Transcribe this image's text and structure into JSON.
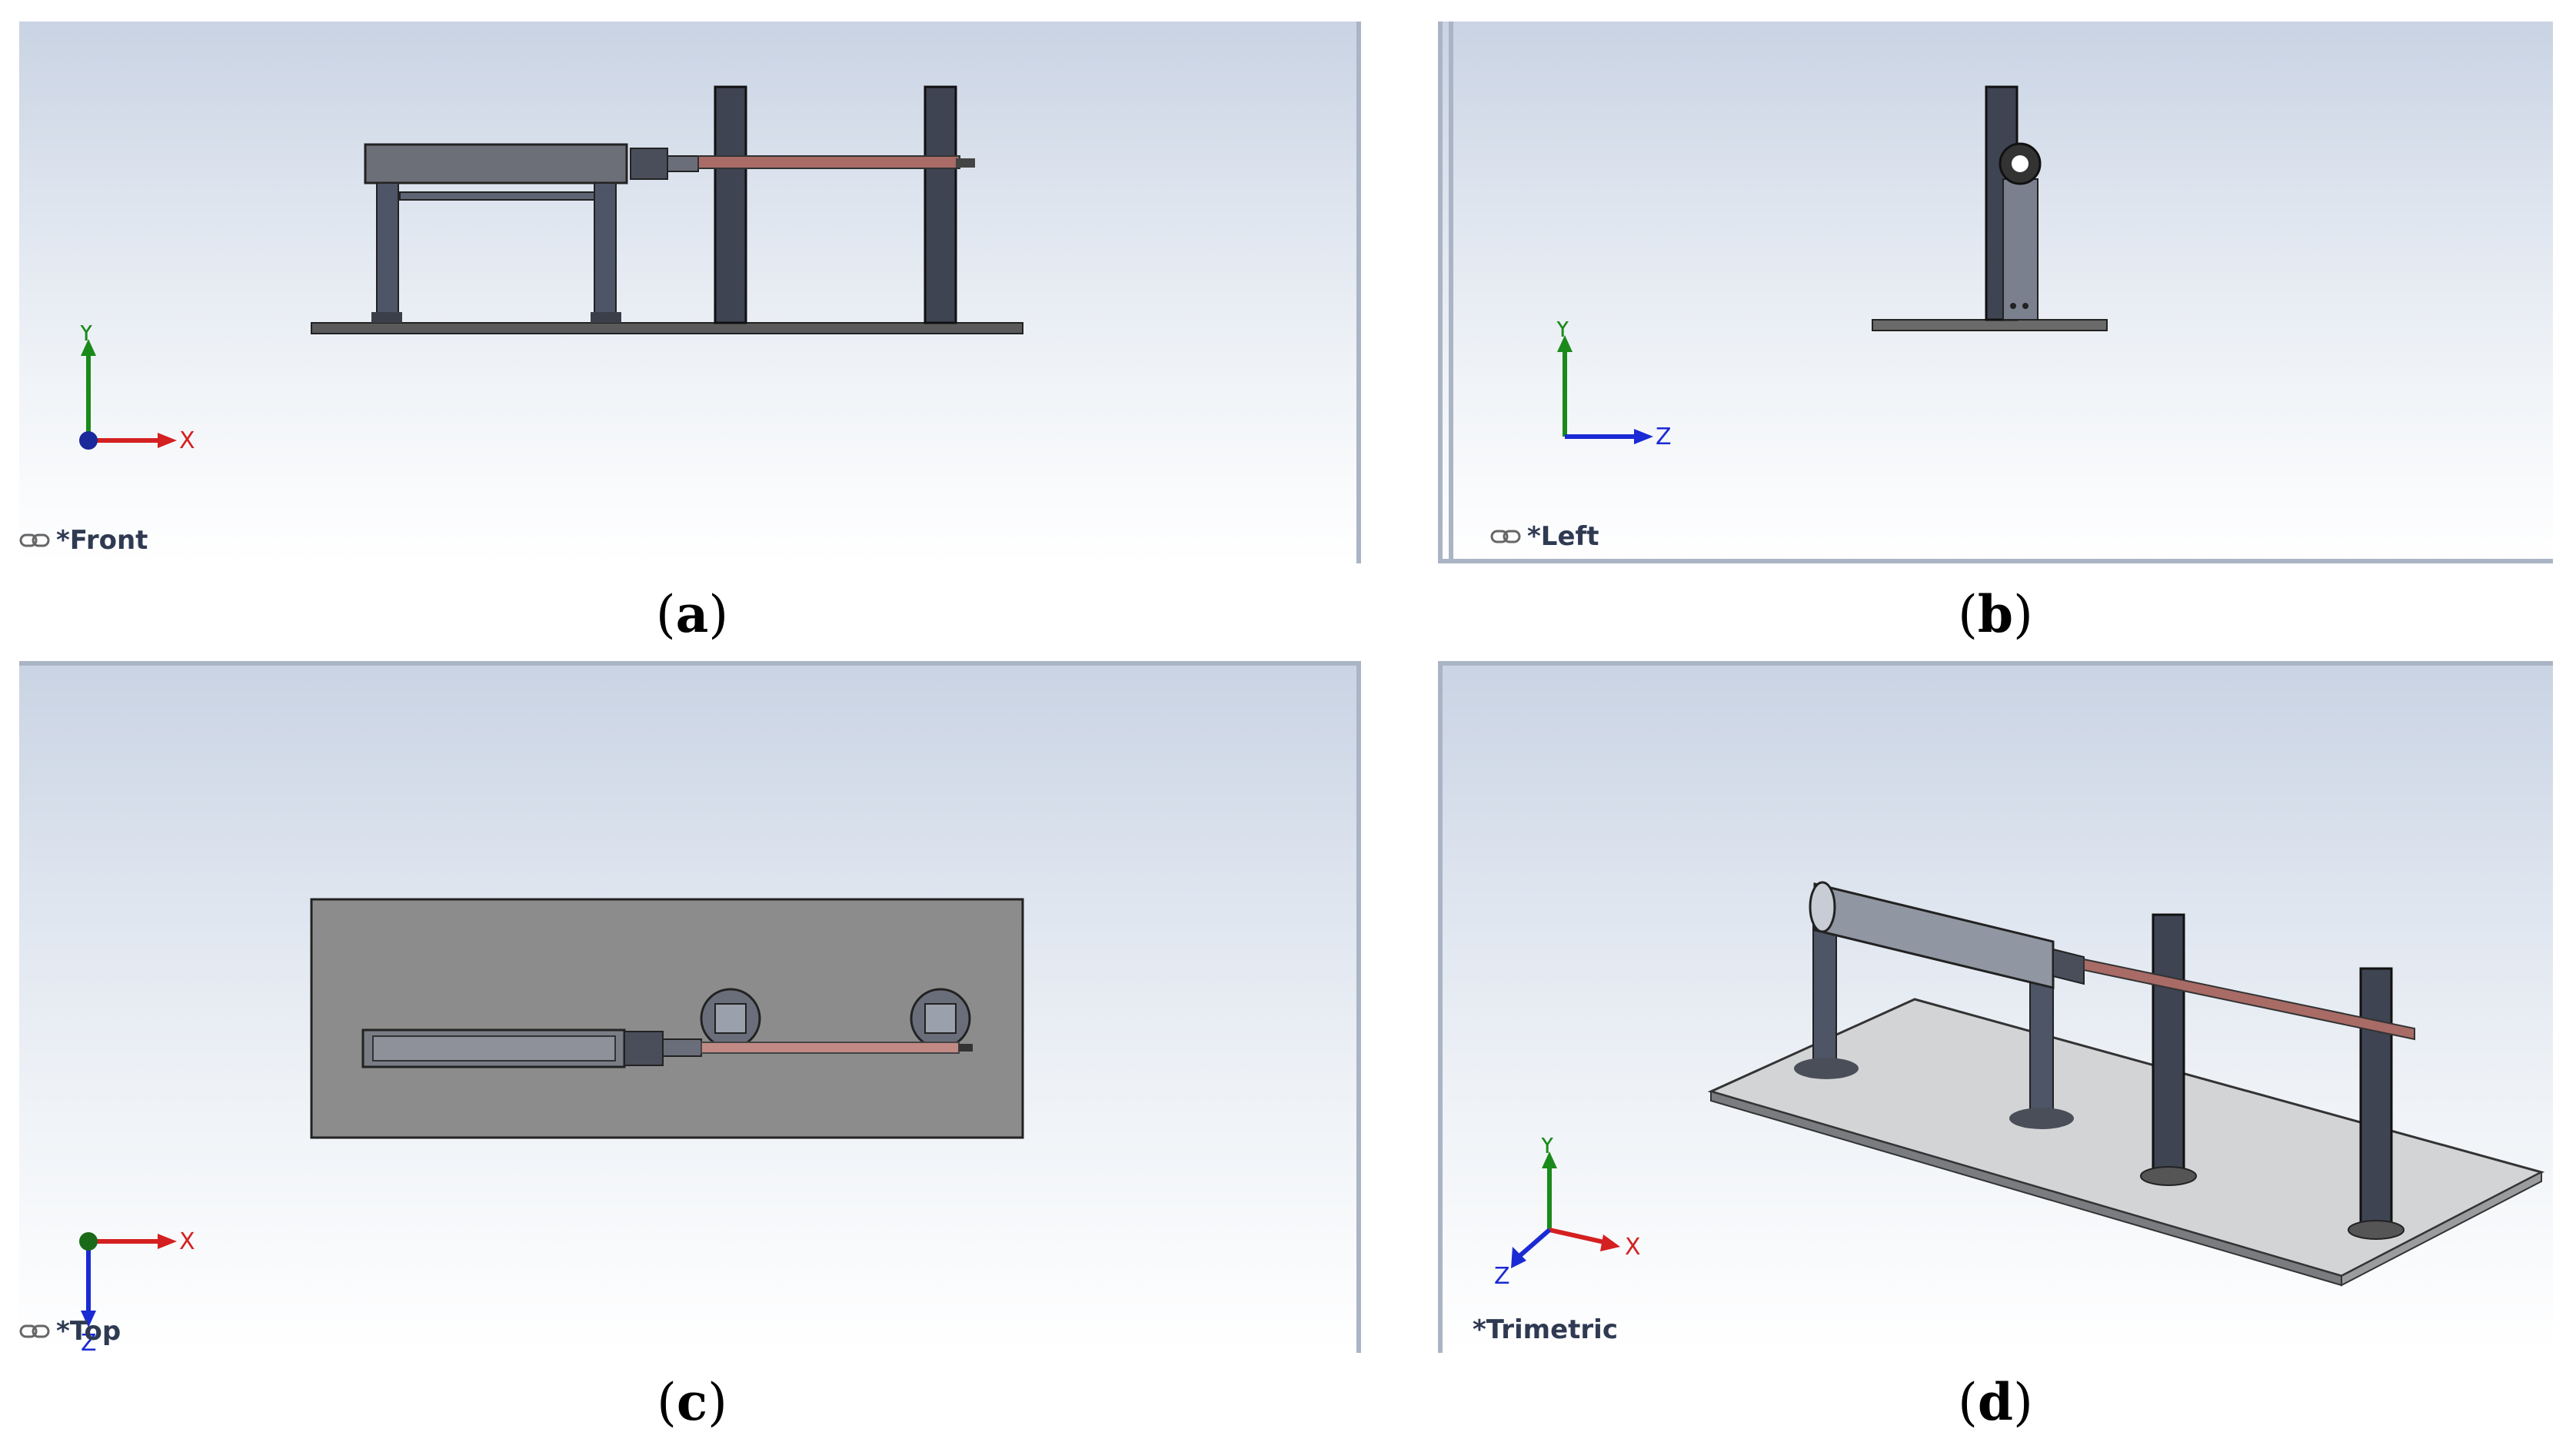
{
  "panels": [
    {
      "id": "a",
      "view_label": "*Front",
      "caption_letter": "a",
      "axes": [
        "Y",
        "X"
      ]
    },
    {
      "id": "b",
      "view_label": "*Left",
      "caption_letter": "b",
      "axes": [
        "Y",
        "Z"
      ]
    },
    {
      "id": "c",
      "view_label": "*Top",
      "caption_letter": "c",
      "axes": [
        "X",
        "Z"
      ]
    },
    {
      "id": "d",
      "view_label": "*Trimetric",
      "caption_letter": "d",
      "axes": [
        "Y",
        "X",
        "Z"
      ]
    }
  ],
  "caption_open": "(",
  "caption_close": ")",
  "colors": {
    "base_plate": "#555555",
    "frame": "#4d5566",
    "shaft": "#a86b66",
    "top_plate": "#888888"
  }
}
